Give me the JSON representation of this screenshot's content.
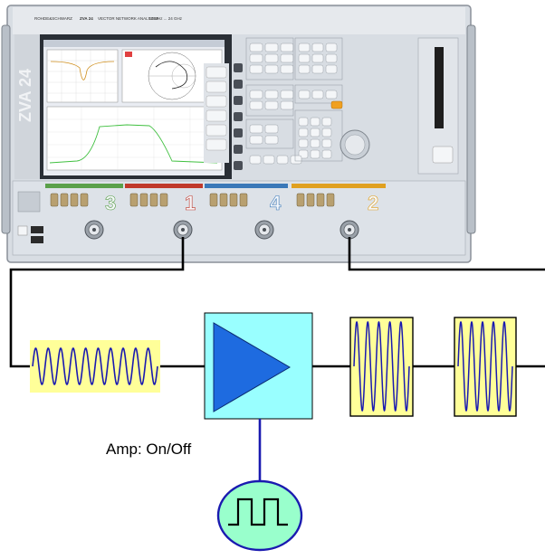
{
  "instrument": {
    "brand": "ROHDE&SCHWARZ",
    "model": "ZVA 24",
    "model_side": "ZVA 24",
    "title": "VECTOR NETWORK ANALYZER",
    "range": "10 MHz ... 24 GHz",
    "ports": [
      "3",
      "1",
      "4",
      "2"
    ],
    "port_colors": [
      "#5aa04a",
      "#c0392b",
      "#3a78b8",
      "#e0a020"
    ]
  },
  "amp_label": "Amp: On/Off",
  "colors": {
    "signal_fill": "#ffff99",
    "signal_wave": "#1a1ab0",
    "amp_box": "#99ffff",
    "amp_triangle": "#1e6be0",
    "pulse_fill": "#99ffcc",
    "wire": "#000000",
    "control_wire": "#1a1ab0"
  },
  "icons": [
    "sine-wave-icon",
    "amplifier-triangle-icon",
    "pulse-generator-icon"
  ]
}
